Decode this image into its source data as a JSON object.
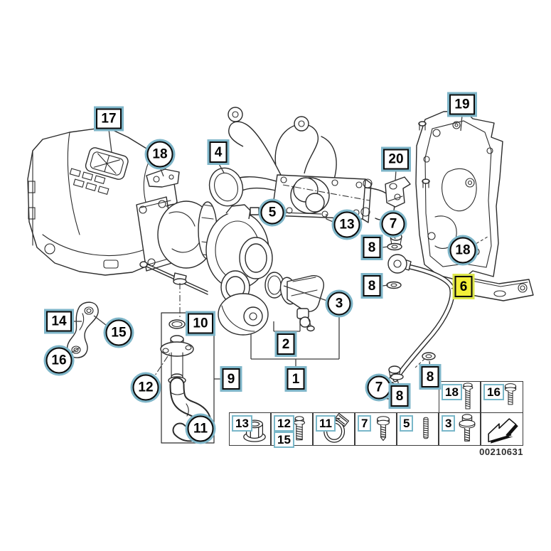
{
  "diagram": {
    "type": "parts-diagram",
    "colors": {
      "line": "#2b2b2b",
      "callout_halo": "#7fb6c9",
      "highlight_fill": "#f3ef38",
      "highlight_halo": "#dce64c",
      "background": "#ffffff"
    }
  },
  "callouts": [
    {
      "label": "17"
    },
    {
      "label": "18"
    },
    {
      "label": "4"
    },
    {
      "label": "5"
    },
    {
      "label": "13"
    },
    {
      "label": "19"
    },
    {
      "label": "20"
    },
    {
      "label": "7"
    },
    {
      "label": "8"
    },
    {
      "label": "8"
    },
    {
      "label": "18"
    },
    {
      "label": "6",
      "highlighted": true
    },
    {
      "label": "3"
    },
    {
      "label": "2"
    },
    {
      "label": "1"
    },
    {
      "label": "14"
    },
    {
      "label": "15"
    },
    {
      "label": "16"
    },
    {
      "label": "12"
    },
    {
      "label": "10"
    },
    {
      "label": "9"
    },
    {
      "label": "11"
    },
    {
      "label": "7"
    },
    {
      "label": "8"
    },
    {
      "label": "8"
    }
  ],
  "legend": {
    "part_number": "00210631",
    "cells_main": [
      {
        "tag": "13",
        "icon": "flange-nut"
      },
      {
        "tag": "12",
        "tag2": "15",
        "icon": "hex-bolt"
      },
      {
        "tag": "11",
        "icon": "hose-clamp"
      },
      {
        "tag": "7",
        "icon": "flange-bolt"
      },
      {
        "tag": "5",
        "icon": "stud"
      },
      {
        "tag": "3",
        "icon": "washer-bolt"
      }
    ],
    "cells_upper": [
      {
        "tag": "18",
        "icon": "long-bolt"
      },
      {
        "tag": "16",
        "icon": "short-bolt"
      }
    ],
    "arrow_icon": "direction-arrow"
  }
}
